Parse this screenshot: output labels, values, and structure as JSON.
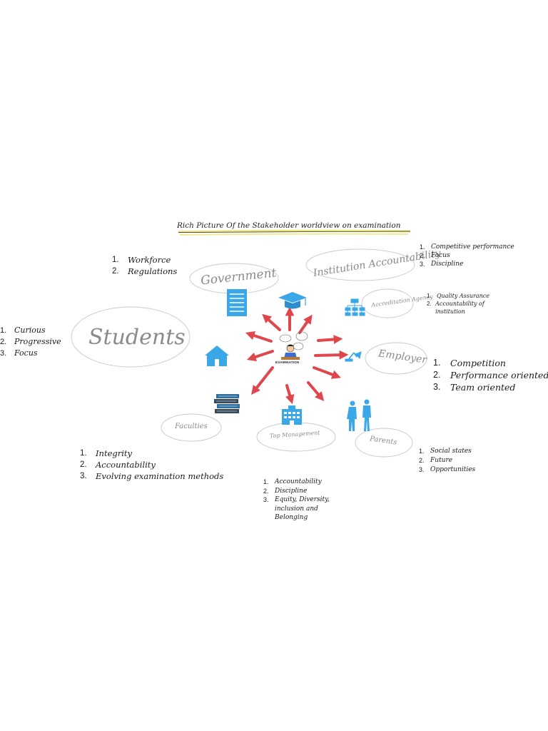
{
  "title": "Rich Picture Of the Stakeholder worldview on examination",
  "center_label": "EXAMINATION",
  "nodes": {
    "government": "Government",
    "institution": "Institution Accountability",
    "accreditation": "Accreditation Agency",
    "students": "Students",
    "employer": "Employer",
    "faculties": "Faculties",
    "top_management": "Top Management",
    "parents": "Parents"
  },
  "lists": {
    "government": [
      "Workforce",
      "Regulations"
    ],
    "institution": [
      "Competitive performance",
      "Focus",
      "Discipline"
    ],
    "accreditation": [
      "Quality Assurance",
      "Accountability of institution"
    ],
    "students": [
      "Curious",
      "Progressive",
      "Focus"
    ],
    "employer": [
      "Competition",
      "Performance oriented",
      "Team oriented"
    ],
    "faculties": [
      "Integrity",
      "Accountability",
      "Evolving examination methods"
    ],
    "parents": [
      "Social states",
      "Future",
      "Opportunities"
    ],
    "top_management": [
      "Accountability",
      "Discipline",
      "Equity, Diversity, inclusion and Belonging"
    ]
  },
  "colors": {
    "arrow": "#e0474c",
    "icon": "#3aa7e8",
    "bubble": "#c9c9c9",
    "highlight": "#e8e26a"
  },
  "icons": [
    "document-icon",
    "graduation-cap-icon",
    "org-chart-icon",
    "house-icon",
    "desk-lamp-icon",
    "books-icon",
    "building-icon",
    "people-icon",
    "student-at-desk-icon"
  ]
}
